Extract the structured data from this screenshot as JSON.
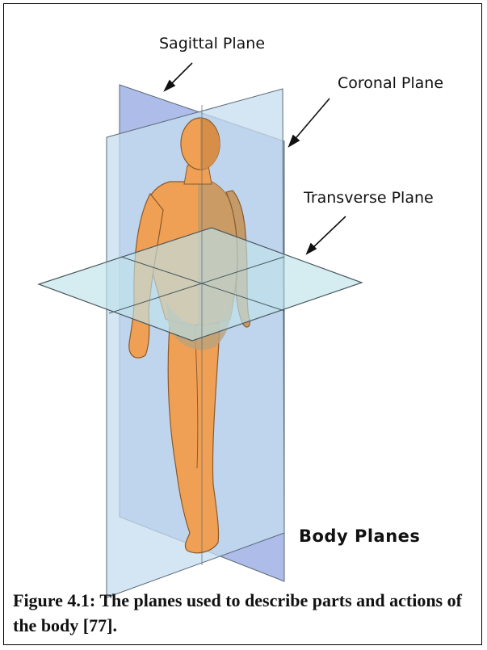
{
  "diagram": {
    "labels": {
      "sagittal": "Sagittal Plane",
      "coronal": "Coronal Plane",
      "transverse": "Transverse Plane"
    },
    "title": "Body Planes",
    "caption": "Figure 4.1: The planes used to describe parts and actions of the body [77]."
  },
  "colors": {
    "sagittal_plane": "#9fb0e4",
    "coronal_plane": "#b4d0ea",
    "transverse_plane": "#bfe2ea",
    "skin": "#f0a055",
    "skin_shadow": "#b9a27a"
  }
}
